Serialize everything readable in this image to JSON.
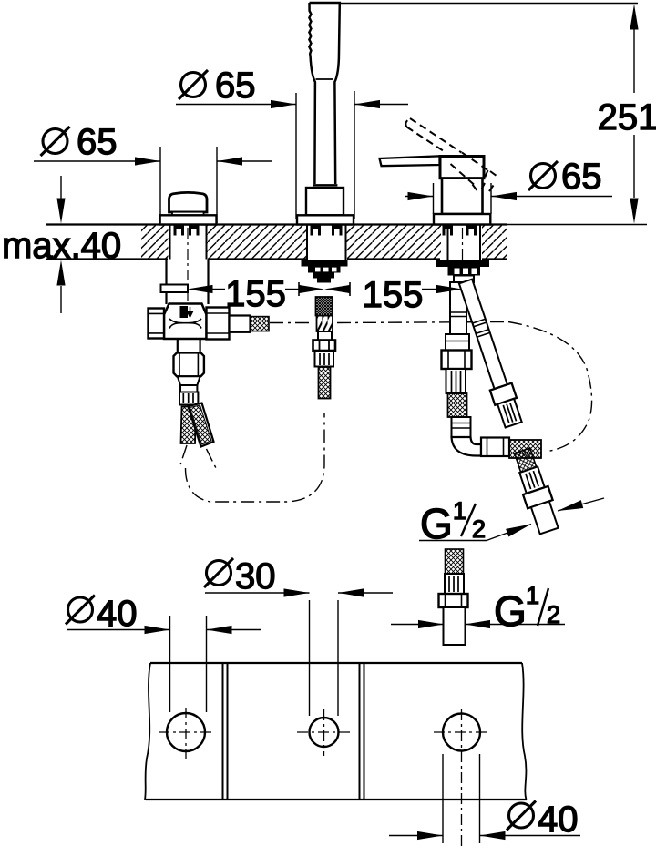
{
  "document": {
    "type": "technical dimensional drawing",
    "subject": "3-hole bath combination fitting (deck mounted) with hand shower, shut-off valve and single-lever mixer",
    "background_color": "#ffffff",
    "line_color": "#000000"
  },
  "annotations": {
    "side_view": {
      "dia_valve": {
        "symbol": "Ø",
        "value": "65"
      },
      "dia_hand_shower": {
        "symbol": "Ø",
        "value": "65"
      },
      "dia_mixer": {
        "symbol": "Ø",
        "value": "65"
      },
      "height_above_deck": {
        "value": "251"
      },
      "deck_thickness_max": {
        "value": "max.40"
      },
      "spacing_left": {
        "value": "155"
      },
      "spacing_right": {
        "value": "155"
      },
      "hose_thread": {
        "prefix": "G",
        "numerator": "1",
        "denominator": "2"
      }
    },
    "plan_view": {
      "hole_left": {
        "symbol": "Ø",
        "value": "40"
      },
      "hole_middle": {
        "symbol": "Ø",
        "value": "30"
      },
      "hole_right": {
        "symbol": "Ø",
        "value": "40"
      },
      "hose_thread": {
        "prefix": "G",
        "numerator": "1",
        "denominator": "2"
      }
    }
  }
}
